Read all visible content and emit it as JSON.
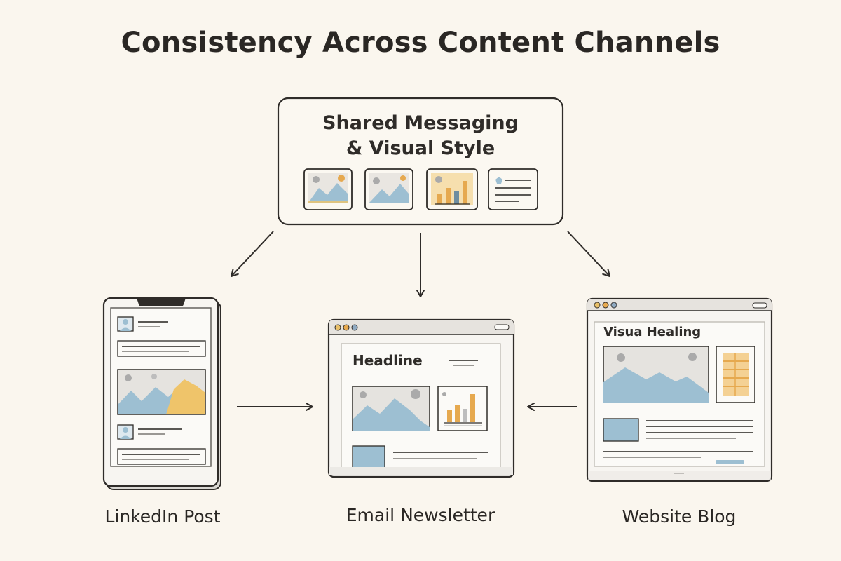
{
  "title": "Consistency Across Content Channels",
  "hub": {
    "title_line1": "Shared Messaging",
    "title_line2": "& Visual Style",
    "thumbnails": [
      "image-thumbnail",
      "image-thumbnail",
      "chart-thumbnail",
      "list-thumbnail"
    ]
  },
  "channels": {
    "linkedin": {
      "label": "LinkedIn Post"
    },
    "email": {
      "label": "Email Newsletter",
      "headline": "Headline"
    },
    "blog": {
      "label": "Website Blog",
      "headline": "Visua Healing"
    }
  },
  "colors": {
    "background": "#faf6ee",
    "outline": "#2f2c29",
    "mountain_blue": "#9dbfd2",
    "accent_yellow": "#efc46a",
    "accent_orange": "#e6a94f",
    "gray": "#bdbdbd"
  }
}
